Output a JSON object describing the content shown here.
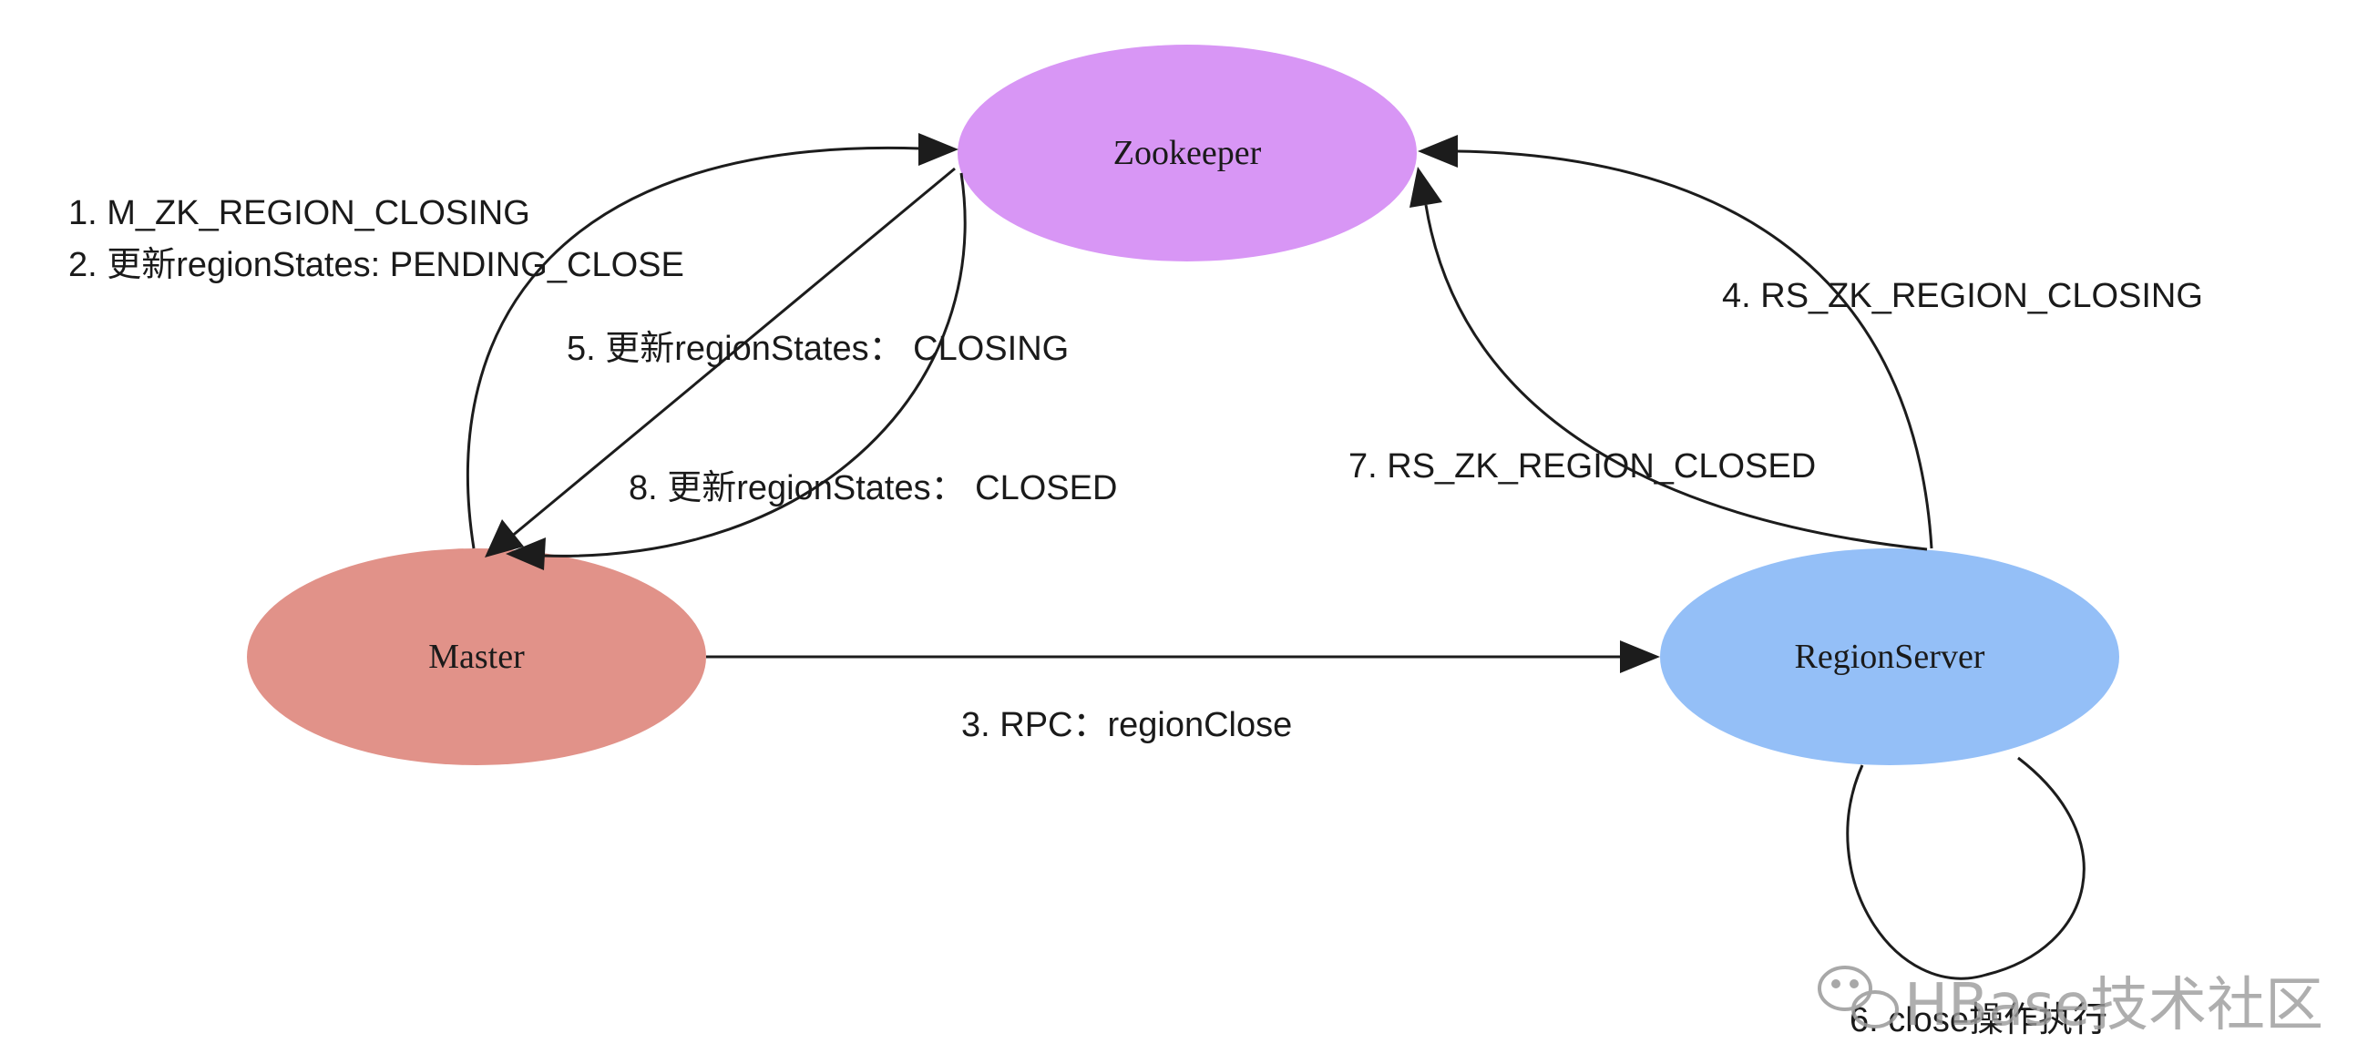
{
  "nodes": {
    "zookeeper": {
      "label": "Zookeeper",
      "color": "#d896f5"
    },
    "master": {
      "label": "Master",
      "color": "#e19289"
    },
    "regionserver": {
      "label": "RegionServer",
      "color": "#94bff7"
    }
  },
  "edges": {
    "e1": "1. M_ZK_REGION_CLOSING",
    "e2": "2. 更新regionStates: PENDING_CLOSE",
    "e3": "3. RPC：regionClose",
    "e4": "4. RS_ZK_REGION_CLOSING",
    "e5": "5. 更新regionStates： CLOSING",
    "e6": "6. close操作执行",
    "e7": "7. RS_ZK_REGION_CLOSED",
    "e8": "8. 更新regionStates： CLOSED"
  },
  "watermark": {
    "text": "HBase技术社区",
    "icon": "wechat-icon"
  }
}
